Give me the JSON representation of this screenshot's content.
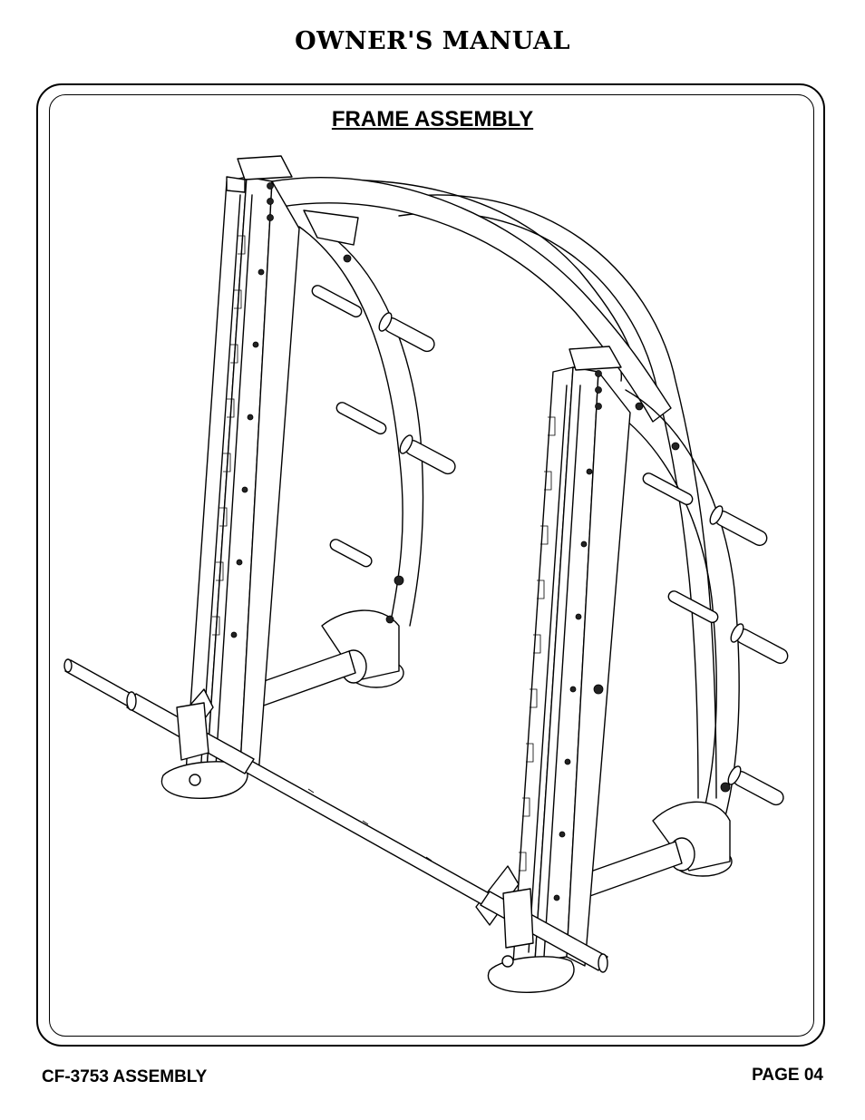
{
  "header": {
    "title": "OWNER'S MANUAL"
  },
  "section": {
    "title": "FRAME ASSEMBLY"
  },
  "footer": {
    "model": "CF-3753 ASSEMBLY",
    "page": "PAGE 04"
  }
}
